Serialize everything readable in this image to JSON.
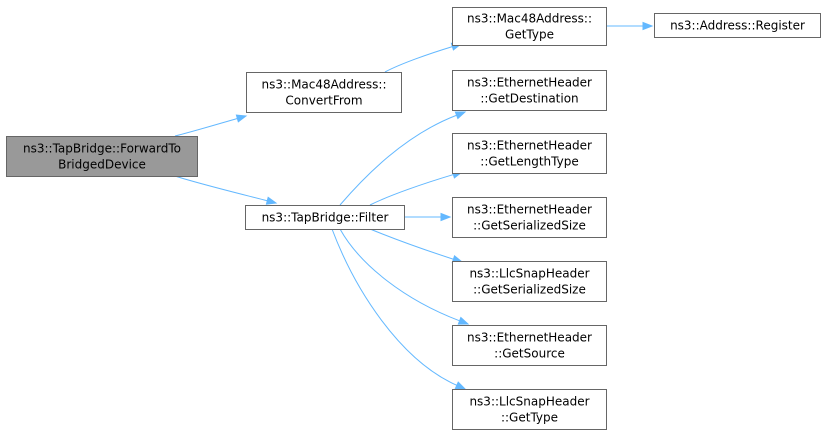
{
  "nodes": {
    "forward": {
      "lines": [
        "ns3::TapBridge::ForwardTo",
        "BridgedDevice"
      ],
      "root": true
    },
    "convert": {
      "lines": [
        "ns3::Mac48Address::",
        "ConvertFrom"
      ]
    },
    "filter": {
      "lines": [
        "ns3::TapBridge::Filter"
      ]
    },
    "macType": {
      "lines": [
        "ns3::Mac48Address::",
        "GetType"
      ]
    },
    "register": {
      "lines": [
        "ns3::Address::Register"
      ]
    },
    "ethDest": {
      "lines": [
        "ns3::EthernetHeader",
        "::GetDestination"
      ]
    },
    "ethLen": {
      "lines": [
        "ns3::EthernetHeader",
        "::GetLengthType"
      ]
    },
    "ethSize": {
      "lines": [
        "ns3::EthernetHeader",
        "::GetSerializedSize"
      ]
    },
    "llcSize": {
      "lines": [
        "ns3::LlcSnapHeader",
        "::GetSerializedSize"
      ]
    },
    "ethSrc": {
      "lines": [
        "ns3::EthernetHeader",
        "::GetSource"
      ]
    },
    "llcType": {
      "lines": [
        "ns3::LlcSnapHeader",
        "::GetType"
      ]
    }
  },
  "edges": [
    [
      "forward",
      "convert"
    ],
    [
      "forward",
      "filter"
    ],
    [
      "convert",
      "macType"
    ],
    [
      "macType",
      "register"
    ],
    [
      "filter",
      "ethDest"
    ],
    [
      "filter",
      "ethLen"
    ],
    [
      "filter",
      "ethSize"
    ],
    [
      "filter",
      "llcSize"
    ],
    [
      "filter",
      "ethSrc"
    ],
    [
      "filter",
      "llcType"
    ]
  ],
  "colors": {
    "edge": "#63b8ff",
    "root_fill": "#999999",
    "border": "#666666"
  }
}
